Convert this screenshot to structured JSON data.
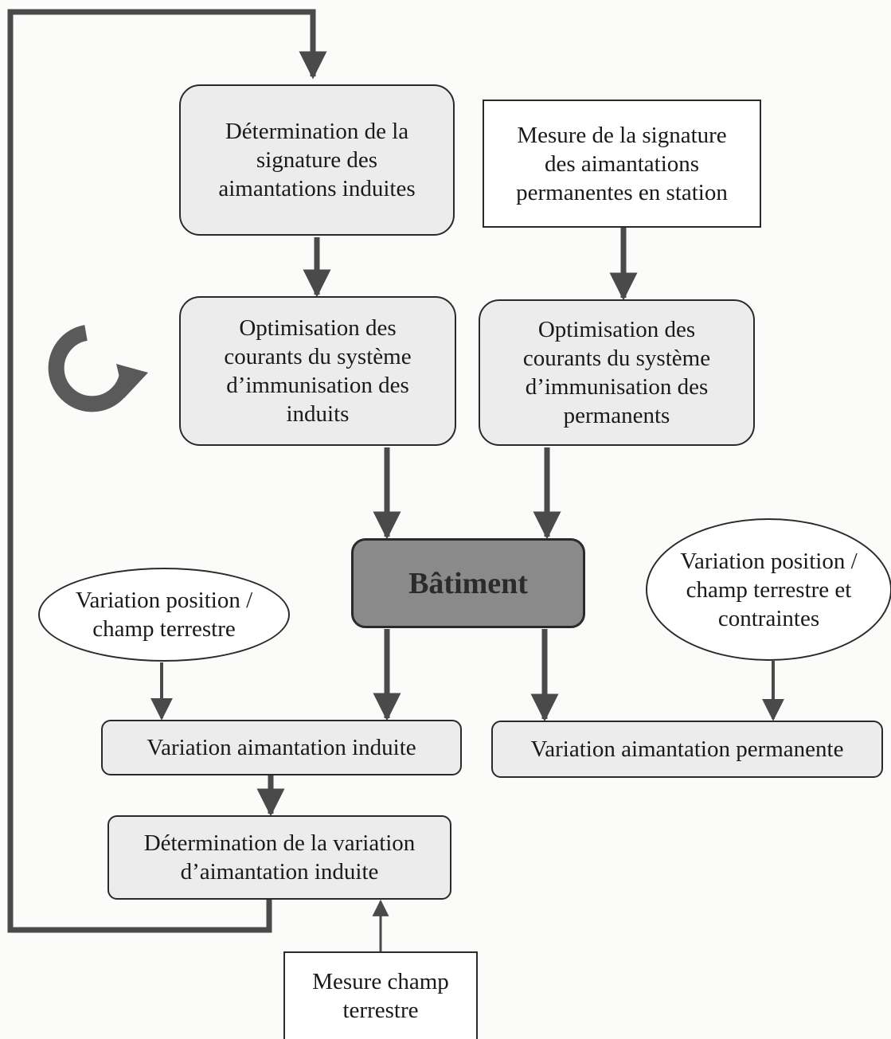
{
  "nodes": {
    "det_induites": "Détermination de la\nsignature des\naimantations induites",
    "mesure_permanentes": "Mesure de la signature\ndes aimantations\npermanentes en station",
    "opt_induits": "Optimisation des\ncourants du système\nd’immunisation des\ninduits",
    "opt_permanents": "Optimisation des\ncourants du système\nd’immunisation des\npermanents",
    "batiment": "Bâtiment",
    "var_pos_left": "Variation position /\nchamp terrestre",
    "var_pos_right": "Variation position /\nchamp terrestre et\ncontraintes",
    "var_induite": "Variation aimantation induite",
    "var_permanente": "Variation aimantation permanente",
    "det_variation": "Détermination de la variation\nd’aimantation induite",
    "mesure_champ": "Mesure champ\nterrestre"
  },
  "icons": {
    "loop": "circular-arrow-icon"
  }
}
